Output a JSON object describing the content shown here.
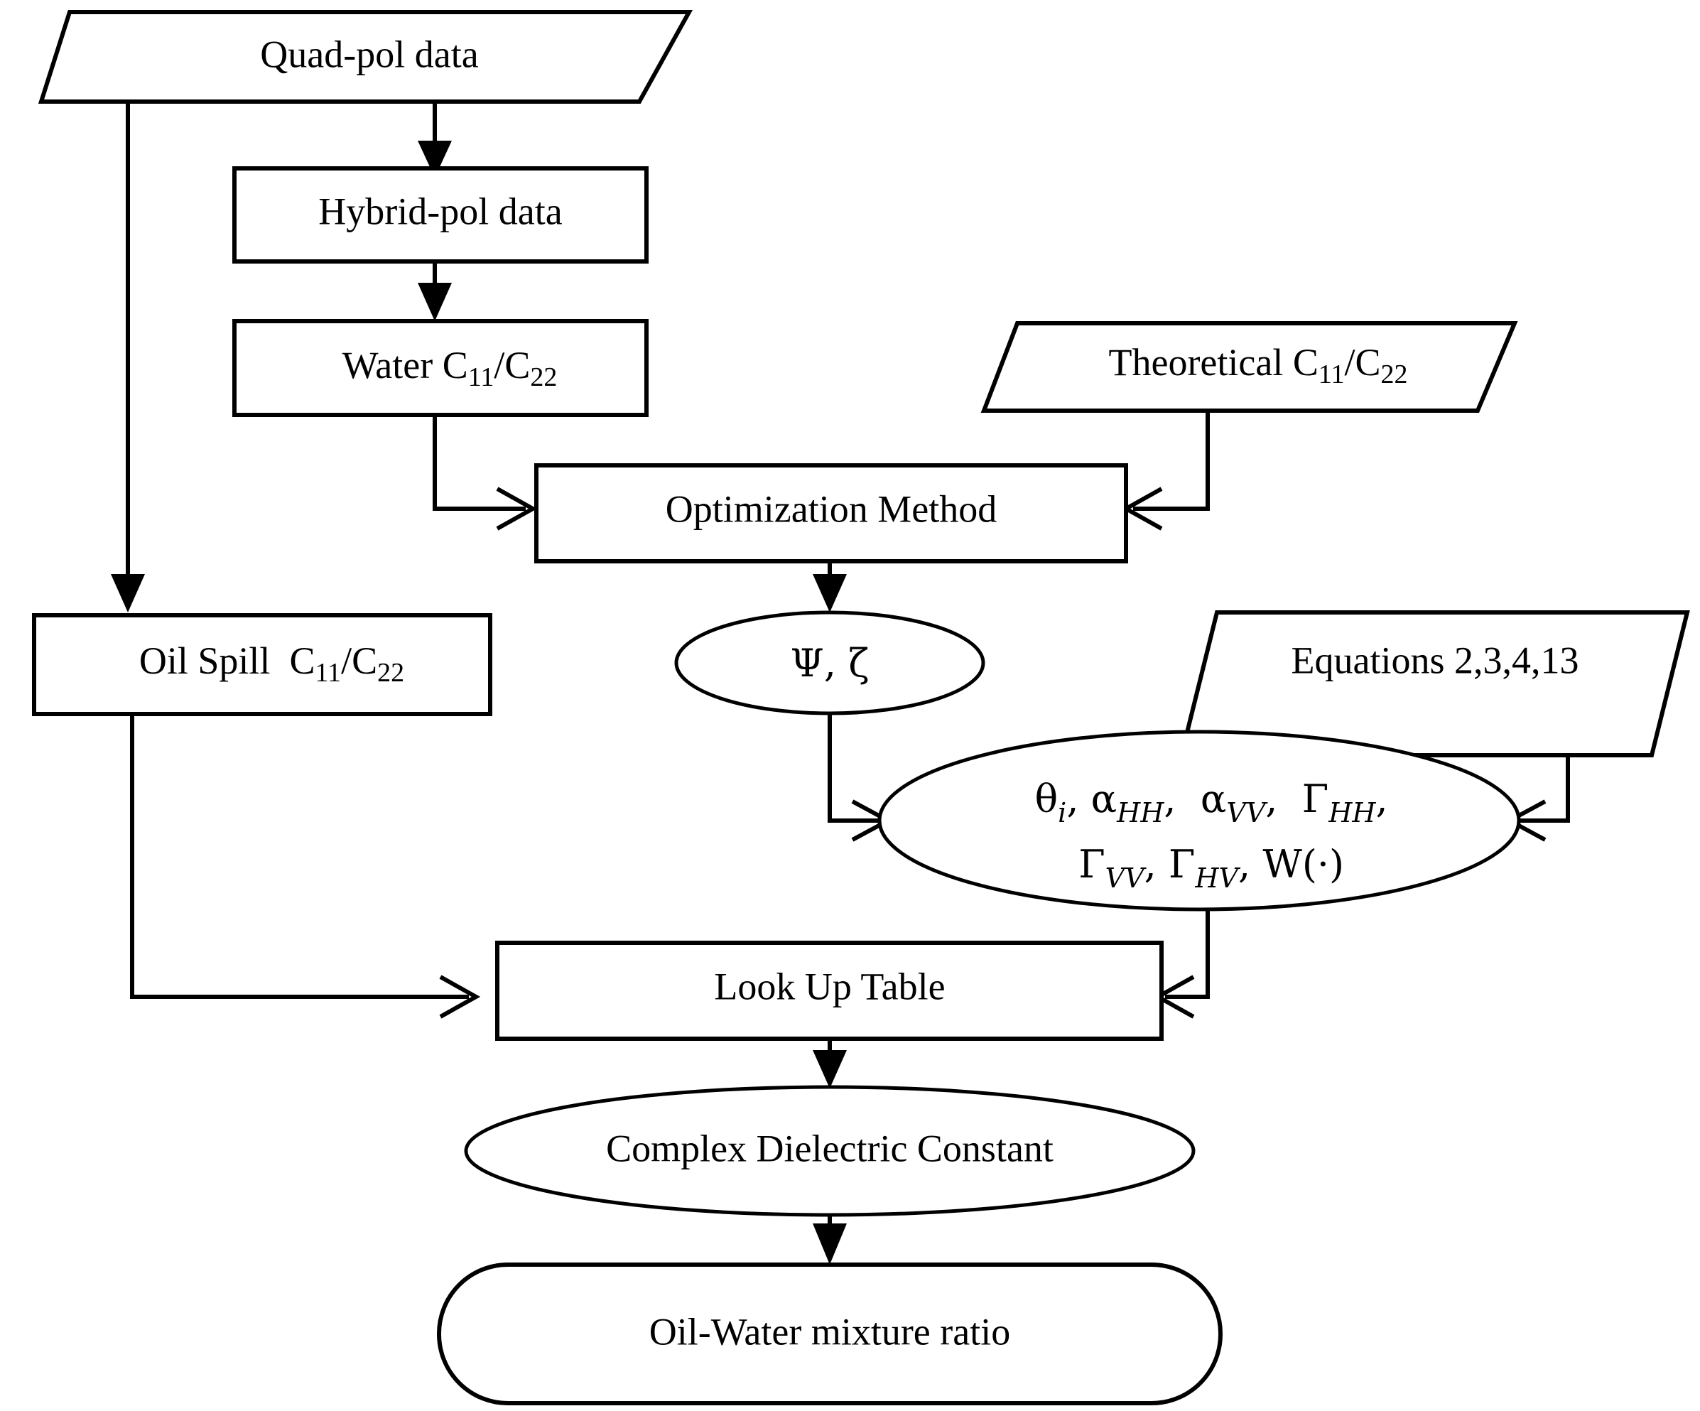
{
  "diagram": {
    "title": "Oil spill dielectric retrieval flowchart",
    "background_color": "#ffffff",
    "line_color": "#000000",
    "fill_color": "#ffffff"
  },
  "nodes": {
    "quad_pol": {
      "label": "Quad-pol data",
      "shape": "parallelogram",
      "role": "data-input"
    },
    "hybrid_pol": {
      "label": "Hybrid-pol data",
      "shape": "rectangle",
      "role": "process"
    },
    "water_c": {
      "label_prefix": "Water ",
      "label_c1": "C",
      "label_sub1": "11",
      "label_slash": "/",
      "label_c2": "C",
      "label_sub2": "22",
      "label_plain": "Water C11/C22",
      "shape": "rectangle",
      "role": "process"
    },
    "theoretical_c": {
      "label_prefix": "Theoretical ",
      "label_c1": "C",
      "label_sub1": "11",
      "label_slash": "/",
      "label_c2": "C",
      "label_sub2": "22",
      "label_plain": "Theoretical C11/C22",
      "shape": "parallelogram",
      "role": "data-input"
    },
    "optimization": {
      "label": "Optimization Method",
      "shape": "rectangle",
      "role": "process"
    },
    "oil_spill_c": {
      "label_prefix": "Oil Spill  ",
      "label_c1": "C",
      "label_sub1": "11",
      "label_slash": "/",
      "label_c2": "C",
      "label_sub2": "22",
      "label_plain": "Oil Spill  C11/C22",
      "shape": "rectangle",
      "role": "process"
    },
    "psi_zeta": {
      "label": "Ψ, ζ",
      "shape": "ellipse",
      "role": "parameters"
    },
    "equations": {
      "label": "Equations 2,3,4,13",
      "shape": "parallelogram",
      "role": "data-input"
    },
    "params_ellipse": {
      "line1": [
        {
          "base": "θ",
          "sub": "i",
          "sep": ", "
        },
        {
          "base": "α",
          "sub": "HH",
          "sep": ",  "
        },
        {
          "base": "α",
          "sub": "VV",
          "sep": ",  "
        },
        {
          "base": "Γ",
          "sub": "HH",
          "sep": ","
        }
      ],
      "line2": [
        {
          "base": "Γ",
          "sub": "VV",
          "sep": ", "
        },
        {
          "base": "Γ",
          "sub": "HV",
          "sep": ", "
        },
        {
          "base": "W(·)",
          "sub": "",
          "sep": ""
        }
      ],
      "line1_plain": "θi, αHH,  αVV,  ΓHH,",
      "line2_plain": "ΓVV, ΓHV, W(·)",
      "shape": "ellipse",
      "role": "parameters"
    },
    "look_up_table": {
      "label": "Look Up Table",
      "shape": "rectangle",
      "role": "process"
    },
    "complex_dielectric": {
      "label": "Complex Dielectric Constant",
      "shape": "ellipse",
      "role": "result"
    },
    "oil_water_ratio": {
      "label": "Oil-Water mixture ratio",
      "shape": "stadium",
      "role": "terminator"
    }
  },
  "edges": [
    {
      "from": "quad_pol",
      "to": "hybrid_pol",
      "style": "solid-arrow"
    },
    {
      "from": "quad_pol",
      "to": "oil_spill_c",
      "style": "solid-arrow"
    },
    {
      "from": "hybrid_pol",
      "to": "water_c",
      "style": "solid-arrow"
    },
    {
      "from": "water_c",
      "to": "optimization",
      "style": "open-arrow"
    },
    {
      "from": "theoretical_c",
      "to": "optimization",
      "style": "open-arrow"
    },
    {
      "from": "optimization",
      "to": "psi_zeta",
      "style": "solid-arrow"
    },
    {
      "from": "psi_zeta",
      "to": "params_ellipse",
      "style": "open-arrow"
    },
    {
      "from": "equations",
      "to": "params_ellipse",
      "style": "open-arrow"
    },
    {
      "from": "oil_spill_c",
      "to": "look_up_table",
      "style": "open-arrow"
    },
    {
      "from": "params_ellipse",
      "to": "look_up_table",
      "style": "open-arrow"
    },
    {
      "from": "look_up_table",
      "to": "complex_dielectric",
      "style": "solid-arrow"
    },
    {
      "from": "complex_dielectric",
      "to": "oil_water_ratio",
      "style": "solid-arrow"
    }
  ]
}
